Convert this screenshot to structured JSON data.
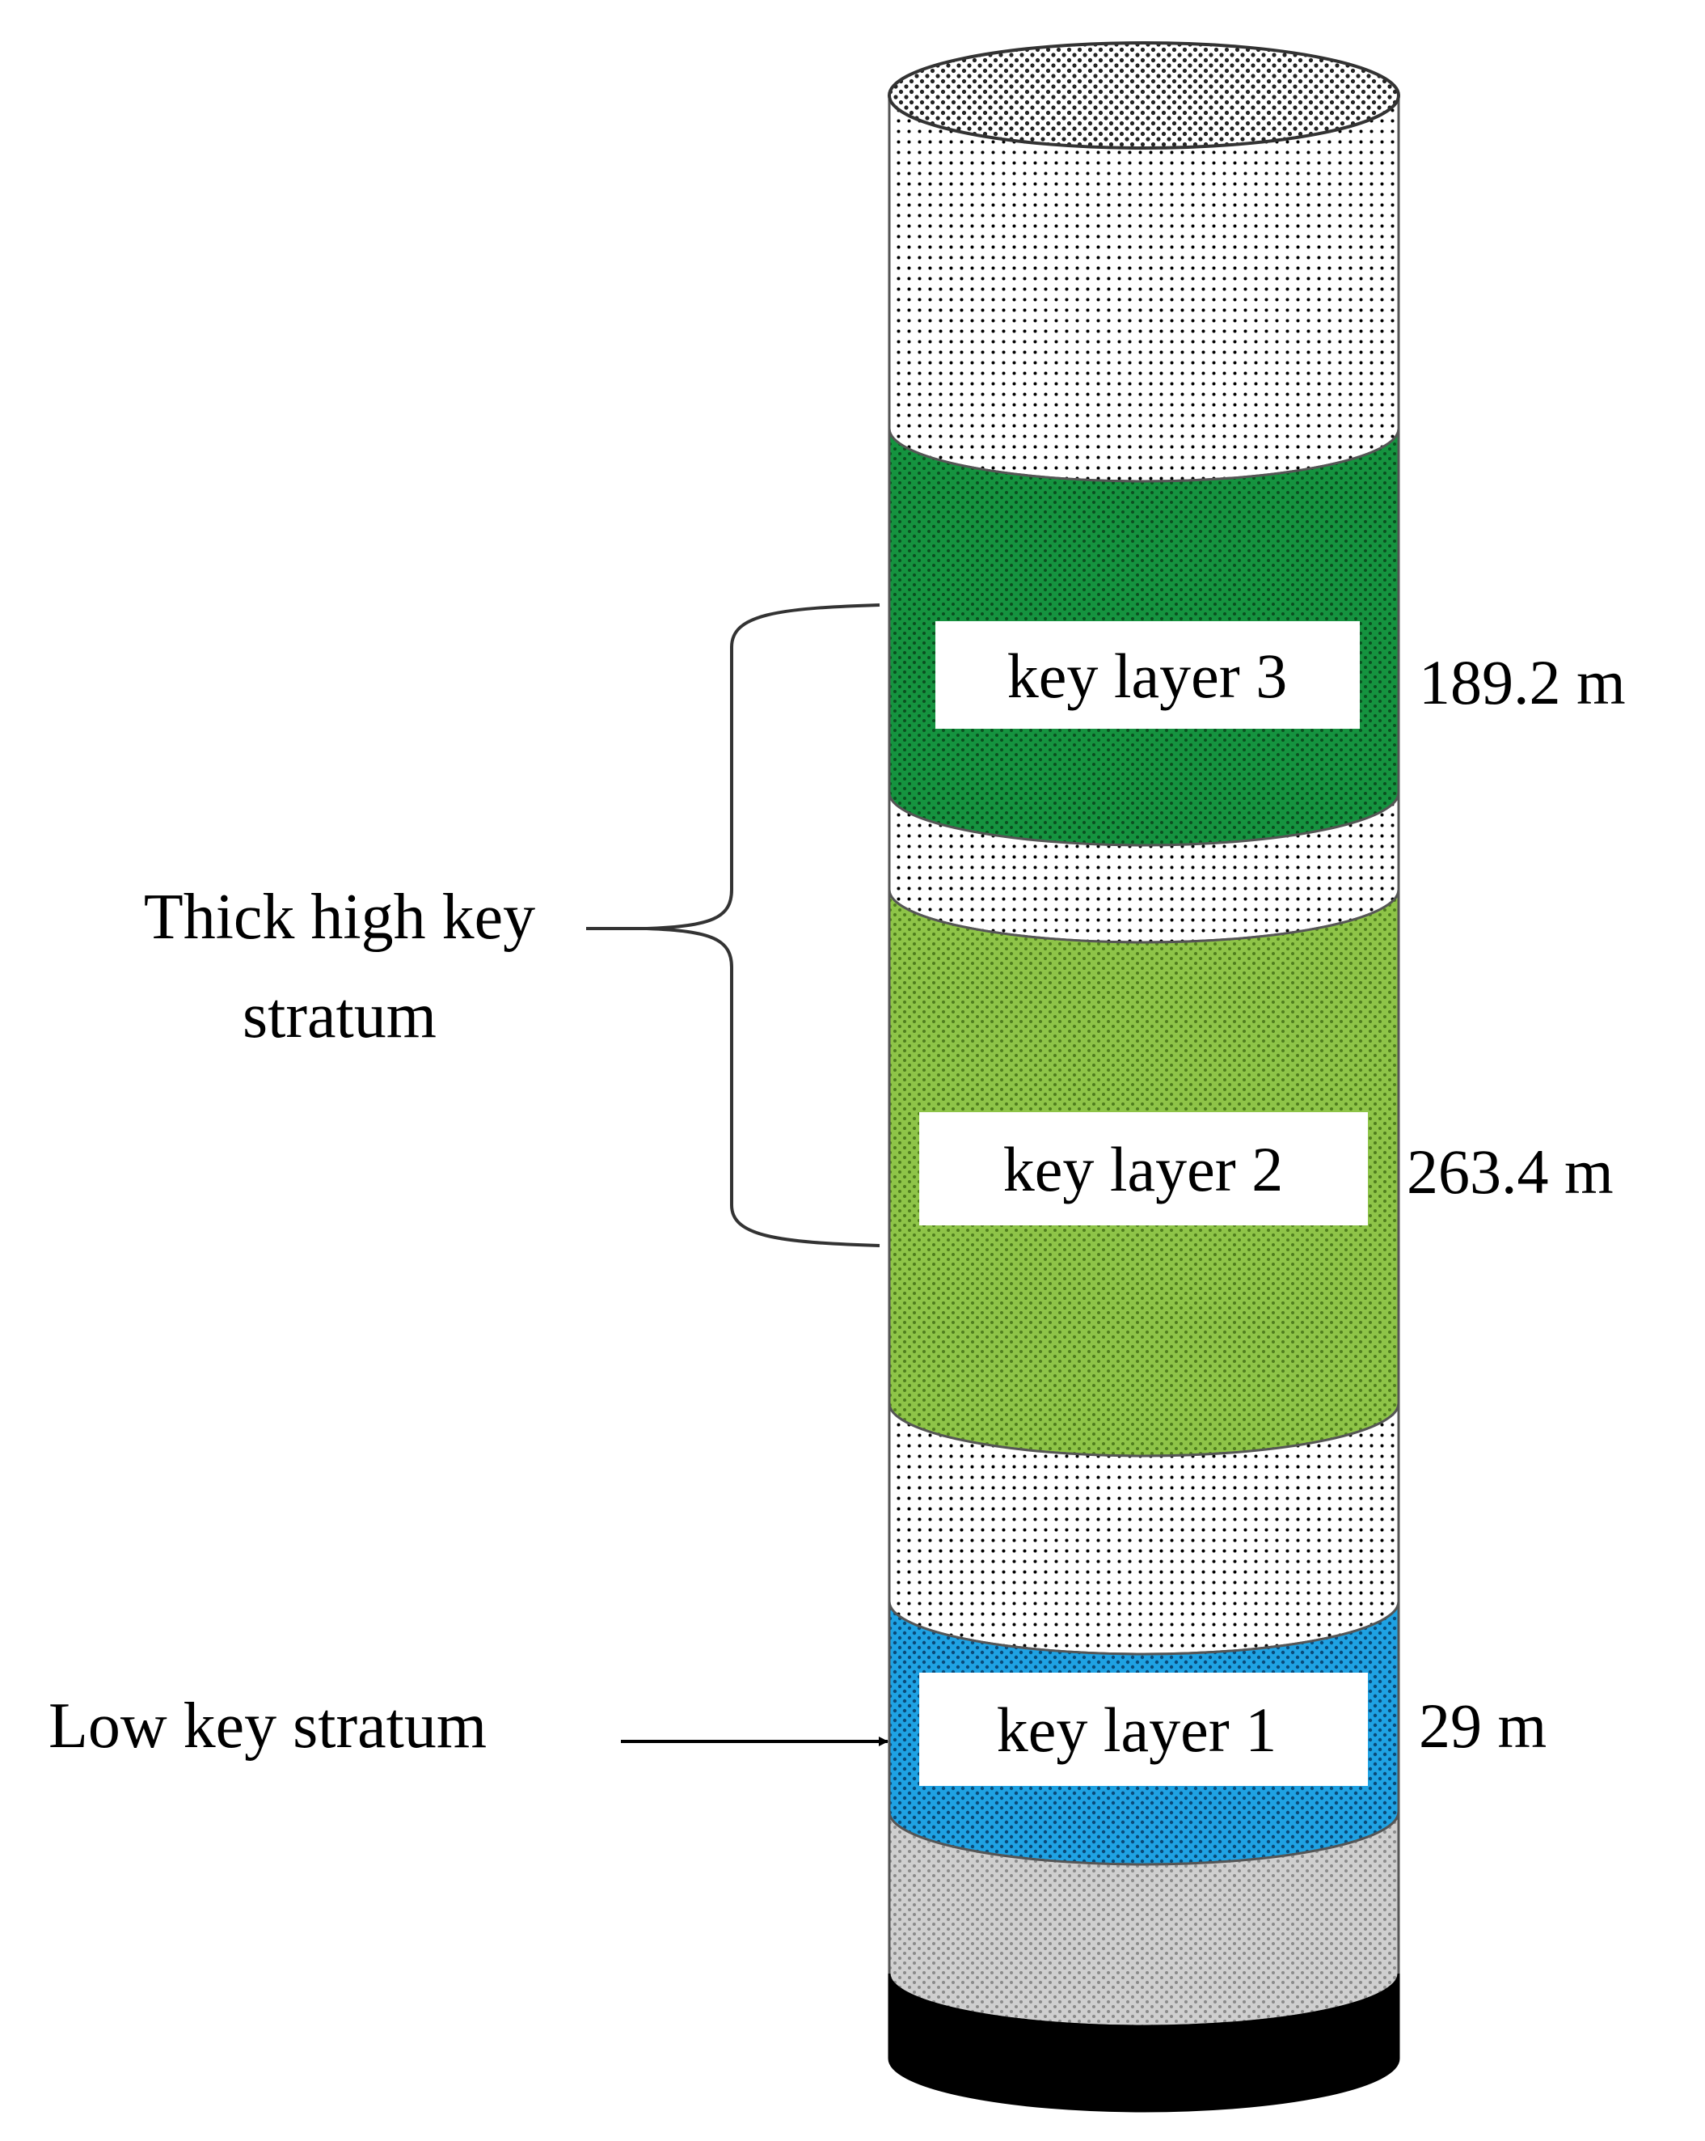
{
  "layers": [
    {
      "id": "top-rock",
      "color": "#ffffff",
      "dot_color": "#000000"
    },
    {
      "id": "key-layer-3",
      "color": "#15933f",
      "dot_color": "#0a4f20",
      "label": "key layer 3",
      "depth": "189.2 m"
    },
    {
      "id": "interlayer-a",
      "color": "#ffffff",
      "dot_color": "#000000"
    },
    {
      "id": "key-layer-2",
      "color": "#8ec448",
      "dot_color": "#4f7d1e",
      "label": "key layer 2",
      "depth": "263.4 m"
    },
    {
      "id": "interlayer-b",
      "color": "#ffffff",
      "dot_color": "#000000"
    },
    {
      "id": "key-layer-1",
      "color": "#1fa2e3",
      "dot_color": "#0a4a78",
      "label": "key layer 1",
      "depth": "29 m"
    },
    {
      "id": "floor-rock",
      "color": "#c9c9c9",
      "dot_color": "#777777"
    },
    {
      "id": "coal-seam",
      "color": "#000000"
    }
  ],
  "annotations": {
    "high_stratum_line1": "Thick high key",
    "high_stratum_line2": "stratum",
    "low_stratum": "Low key stratum"
  }
}
